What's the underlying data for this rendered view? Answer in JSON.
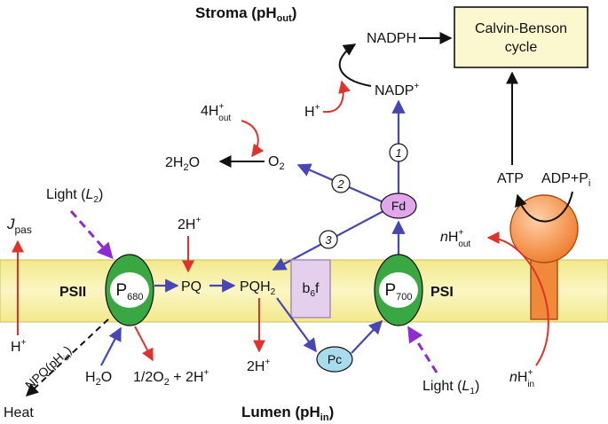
{
  "compartments": {
    "stroma": {
      "prefix": "Stroma (pH",
      "sub": "out",
      "suffix": ")"
    },
    "lumen": {
      "prefix": "Lumen (pH",
      "sub": "in",
      "suffix": ")"
    }
  },
  "boxes": {
    "calvin": {
      "line1": "Calvin-Benson",
      "line2": "cycle"
    },
    "b6f": {
      "main": "b",
      "sub": "6",
      "tail": "f"
    }
  },
  "photosystems": {
    "psii": {
      "label": "PSII",
      "core": "P",
      "core_sub": "680"
    },
    "psi": {
      "label": "PSI",
      "core": "P",
      "core_sub": "700"
    }
  },
  "carriers": {
    "fd": "Fd",
    "pc": "Pc",
    "pq": "PQ",
    "pqh2": {
      "main": "PQH",
      "sub": "2"
    }
  },
  "metabolites": {
    "nadph": "NADPH",
    "nadp": {
      "main": "NADP",
      "sup": "+"
    },
    "atp": "ATP",
    "adp": {
      "main": "ADP+P",
      "sub": "i"
    },
    "o2": {
      "main": "O",
      "sub": "2"
    },
    "two_h2o": {
      "a": "2H",
      "sub": "2",
      "b": "O"
    },
    "h2o": {
      "a": "H",
      "sub": "2",
      "b": "O"
    },
    "four_h_out": {
      "main": "4H",
      "sup": "+",
      "sub": "out"
    },
    "h_plus_nadp": {
      "main": "H",
      "sup": "+"
    },
    "two_h_top": {
      "main": "2H",
      "sup": "+"
    },
    "two_h_bottom": {
      "main": "2H",
      "sup": "+"
    },
    "half_o2": {
      "a": "1/2O",
      "sub": "2",
      "b": " + 2H",
      "sup": "+"
    },
    "h_pas": {
      "main": "H",
      "sup": "+"
    },
    "nh_out": {
      "n": "n",
      "main": "H",
      "sup": "+",
      "sub": "out"
    },
    "nh_in": {
      "n": "n",
      "main": "H",
      "sup": "+",
      "sub": "in"
    }
  },
  "paths": {
    "p1": "1",
    "p2": "2",
    "p3": "3"
  },
  "light": {
    "l2": {
      "text": "Light (",
      "var": "L",
      "sub": "2",
      "close": ")"
    },
    "l1": {
      "text": "Light (",
      "var": "L",
      "sub": "1",
      "close": ")"
    }
  },
  "misc": {
    "jpas": {
      "var": "J",
      "sub": "pas"
    },
    "npq": {
      "text": "NPQ(pH",
      "sub": "in",
      "close": ")"
    },
    "heat": "Heat"
  },
  "colors": {
    "membrane": "#f7f0a6",
    "blue": "#4646b4",
    "red": "#e0312a",
    "purple": "#8e2bd1",
    "green": "#39a843",
    "fd": "#e0a8e8",
    "pc": "#a8dcec",
    "b6f": "#e4d0ec",
    "atp_synthase": "#f08a3a"
  }
}
